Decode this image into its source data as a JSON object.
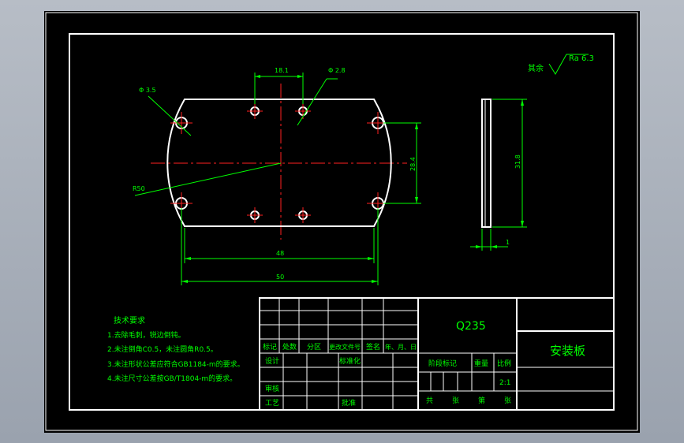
{
  "colors": {
    "background": "#000000",
    "outline": "#ffffff",
    "dimension": "#00ff00",
    "centerline": "#ff2020",
    "title_text": "#00ff00"
  },
  "drawing": {
    "title": "安装板",
    "material": "Q235",
    "scale": "2:1",
    "surface_finish_prefix": "其余",
    "surface_finish_value": "Ra 6.3",
    "dimensions": {
      "spacing_top": "18.1",
      "hole_small": "Φ 2.8",
      "hole_large": "Φ 3.5",
      "radius": "R50",
      "height_right": "28.4",
      "width_inner": "48",
      "width_total": "50",
      "side_height": "31.8",
      "thickness": "1"
    }
  },
  "notes": {
    "heading": "技术要求",
    "items": [
      "1.去除毛刺，锐边倒钝。",
      "2.未注倒角C0.5，未注圆角R0.5。",
      "3.未注形状公差应符合GB1184-m的要求。",
      "4.未注尺寸公差按GB/T1804-m的要求。"
    ]
  },
  "title_block": {
    "row_labels": [
      "标记",
      "处数",
      "分区",
      "更改文件号",
      "签名",
      "年、月、日"
    ],
    "design": "设计",
    "standardize": "标准化",
    "review": "审核",
    "process": "工艺",
    "approve": "批准",
    "stage_mark": "阶段标记",
    "weight": "重量",
    "scale_label": "比例",
    "total": "共",
    "sheets": "张",
    "sheet_no": "第",
    "sheets2": "张"
  }
}
